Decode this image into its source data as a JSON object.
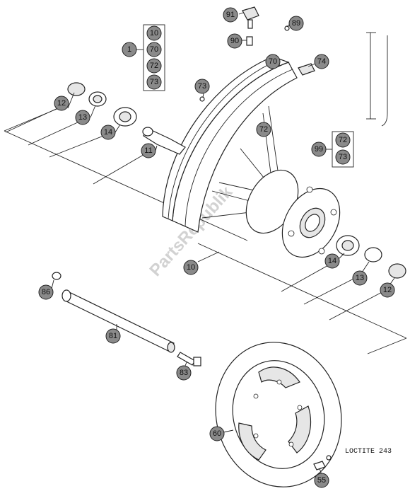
{
  "watermark": "PartsRepublik",
  "loctite_label": "LOCTITE 243",
  "callouts": {
    "c1": "1",
    "c10a": "10",
    "c70a": "70",
    "c72a": "72",
    "c73a": "73",
    "c91": "91",
    "c89": "89",
    "c90": "90",
    "c73b": "73",
    "c70b": "70",
    "c74": "74",
    "c72b": "72",
    "c99": "99",
    "c72c": "72",
    "c73c": "73",
    "c12a": "12",
    "c13a": "13",
    "c14a": "14",
    "c11": "11",
    "c10b": "10",
    "c14b": "14",
    "c13b": "13",
    "c12b": "12",
    "c86": "86",
    "c81": "81",
    "c83": "83",
    "c60": "60",
    "c55": "55"
  }
}
